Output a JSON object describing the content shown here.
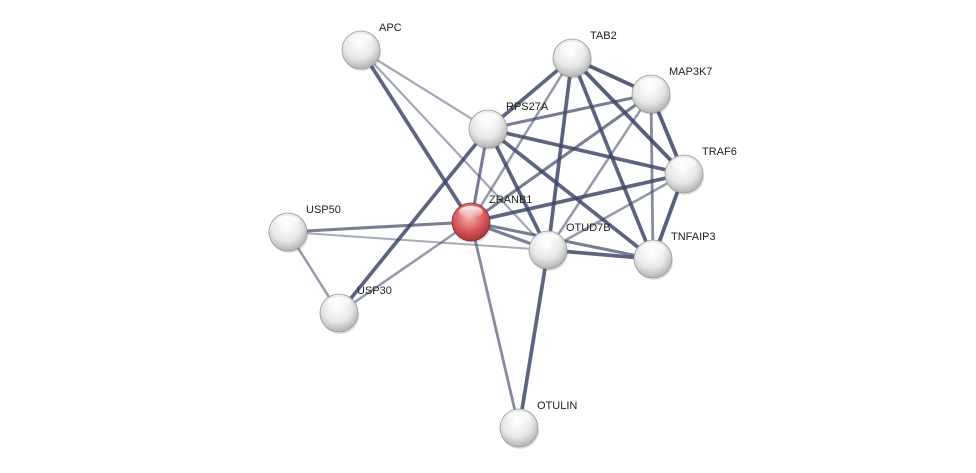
{
  "network": {
    "query_node": "ZRANB1",
    "colors": {
      "query": "#d9595c",
      "node": "#e6e6e6",
      "edge": "#3c4566"
    },
    "nodes": [
      "APC",
      "TAB2",
      "MAP3K7",
      "RPS27A",
      "TRAF6",
      "ZRANB1",
      "USP50",
      "OTUD7B",
      "TNFAIP3",
      "USP30",
      "OTULIN"
    ],
    "edges": [
      {
        "a": "APC",
        "b": "ZRANB1",
        "score": 0.9
      },
      {
        "a": "APC",
        "b": "RPS27A",
        "score": 0.4
      },
      {
        "a": "APC",
        "b": "OTUD7B",
        "score": 0.4
      },
      {
        "a": "TAB2",
        "b": "RPS27A",
        "score": 0.9
      },
      {
        "a": "TAB2",
        "b": "ZRANB1",
        "score": 0.5
      },
      {
        "a": "TAB2",
        "b": "OTUD7B",
        "score": 0.9
      },
      {
        "a": "TAB2",
        "b": "MAP3K7",
        "score": 0.95
      },
      {
        "a": "TAB2",
        "b": "TRAF6",
        "score": 0.95
      },
      {
        "a": "TAB2",
        "b": "TNFAIP3",
        "score": 0.9
      },
      {
        "a": "MAP3K7",
        "b": "RPS27A",
        "score": 0.7
      },
      {
        "a": "MAP3K7",
        "b": "ZRANB1",
        "score": 0.7
      },
      {
        "a": "MAP3K7",
        "b": "OTUD7B",
        "score": 0.5
      },
      {
        "a": "MAP3K7",
        "b": "TRAF6",
        "score": 0.95
      },
      {
        "a": "MAP3K7",
        "b": "TNFAIP3",
        "score": 0.6
      },
      {
        "a": "RPS27A",
        "b": "TRAF6",
        "score": 0.9
      },
      {
        "a": "RPS27A",
        "b": "TNFAIP3",
        "score": 0.9
      },
      {
        "a": "RPS27A",
        "b": "OTUD7B",
        "score": 0.9
      },
      {
        "a": "RPS27A",
        "b": "ZRANB1",
        "score": 0.7
      },
      {
        "a": "RPS27A",
        "b": "USP30",
        "score": 0.9
      },
      {
        "a": "TRAF6",
        "b": "ZRANB1",
        "score": 0.9
      },
      {
        "a": "TRAF6",
        "b": "OTUD7B",
        "score": 0.5
      },
      {
        "a": "TRAF6",
        "b": "TNFAIP3",
        "score": 0.95
      },
      {
        "a": "ZRANB1",
        "b": "USP50",
        "score": 0.7
      },
      {
        "a": "ZRANB1",
        "b": "OTUD7B",
        "score": 0.7
      },
      {
        "a": "ZRANB1",
        "b": "TNFAIP3",
        "score": 0.7
      },
      {
        "a": "ZRANB1",
        "b": "USP30",
        "score": 0.5
      },
      {
        "a": "ZRANB1",
        "b": "OTULIN",
        "score": 0.6
      },
      {
        "a": "USP50",
        "b": "OTUD7B",
        "score": 0.35
      },
      {
        "a": "USP50",
        "b": "USP30",
        "score": 0.5
      },
      {
        "a": "OTUD7B",
        "b": "TNFAIP3",
        "score": 0.9
      },
      {
        "a": "OTUD7B",
        "b": "OTULIN",
        "score": 0.9
      }
    ]
  }
}
